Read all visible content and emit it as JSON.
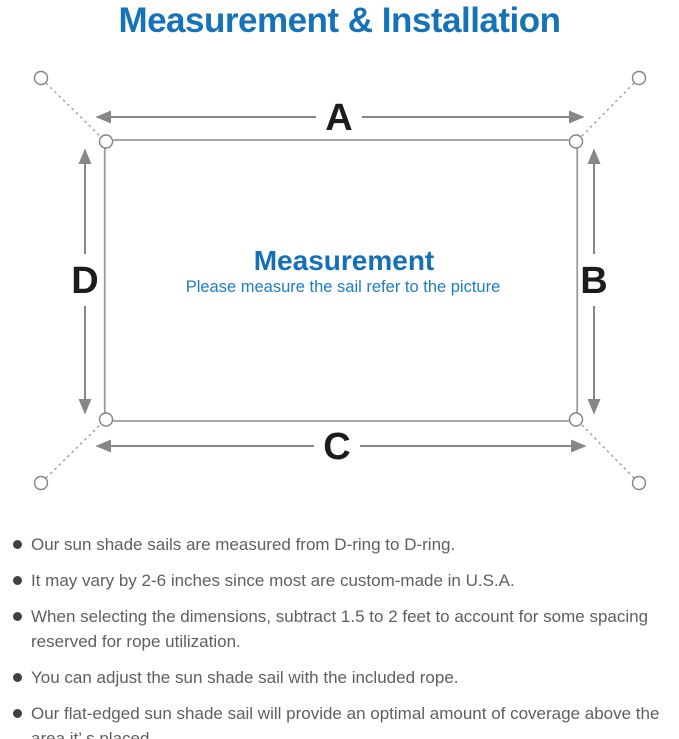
{
  "page": {
    "title": "Measurement & Installation"
  },
  "diagram": {
    "label_top": "A",
    "label_right": "B",
    "label_bottom": "C",
    "label_left": "D",
    "center_heading": "Measurement",
    "center_subtitle": "Please measure the sail refer to the picture"
  },
  "notes": [
    "Our sun shade sails are measured from D-ring to D-ring.",
    "It may vary by 2-6 inches since most are custom-made in U.S.A.",
    "When selecting the dimensions, subtract 1.5 to 2 feet to account for some spacing reserved for rope utilization.",
    "You can adjust the sun shade sail with the included rope.",
    "Our flat-edged sun shade sail will provide an optimal amount of coverage above the area it’ s placed."
  ],
  "colors": {
    "accent_blue": "#1673b9",
    "subtitle_blue": "#1b7ec5",
    "arrow_gray": "#878787",
    "outline_gray": "#9b9b9b",
    "note_text_gray": "#5f5f5f",
    "label_black": "#1c1c1c"
  }
}
